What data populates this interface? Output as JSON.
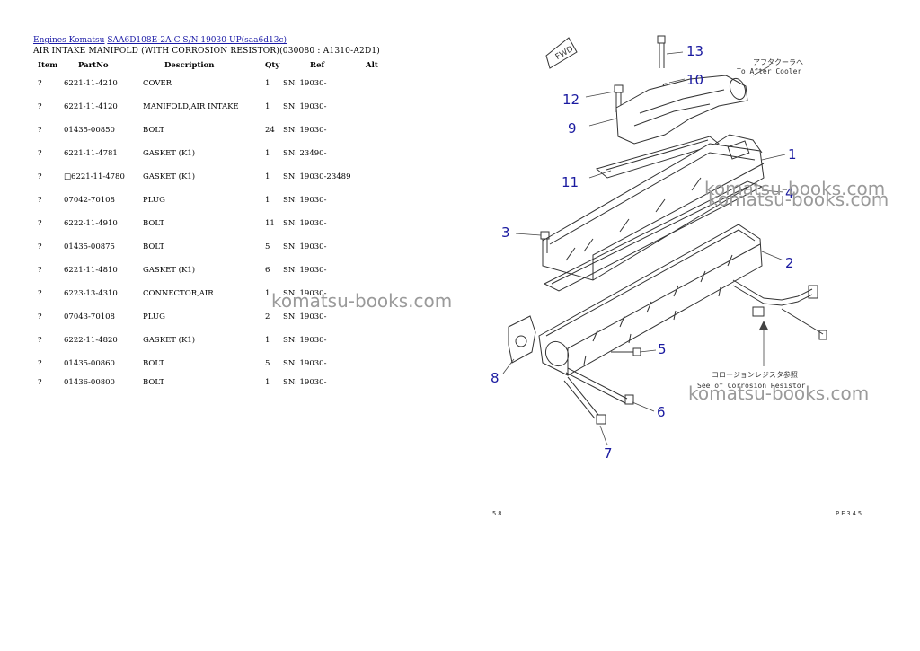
{
  "breadcrumb": {
    "link1": "Engines Komatsu",
    "link2": "SAA6D108E-2A-C S/N 19030-UP(saa6d13c)"
  },
  "subtitle": "AIR INTAKE MANIFOLD (WITH CORROSION RESISTOR)(030080 : A1310-A2D1)",
  "table": {
    "headers": [
      "Item",
      "PartNo",
      "Description",
      "Qty",
      "Ref",
      "Alt"
    ],
    "rows": [
      [
        "?",
        "6221-11-4210",
        "COVER",
        "1",
        "SN: 19030-",
        ""
      ],
      [
        "?",
        "6221-11-4120",
        "MANIFOLD,AIR INTAKE",
        "1",
        "SN: 19030-",
        ""
      ],
      [
        "?",
        "01435-00850",
        "BOLT",
        "24",
        "SN: 19030-",
        ""
      ],
      [
        "?",
        "6221-11-4781",
        "GASKET (K1)",
        "1",
        "SN: 23490-",
        ""
      ],
      [
        "?",
        "□6221-11-4780",
        "GASKET (K1)",
        "1",
        "SN: 19030-23489",
        ""
      ],
      [
        "?",
        "07042-70108",
        "PLUG",
        "1",
        "SN: 19030-",
        ""
      ],
      [
        "?",
        "6222-11-4910",
        "BOLT",
        "11",
        "SN: 19030-",
        ""
      ],
      [
        "?",
        "01435-00875",
        "BOLT",
        "5",
        "SN: 19030-",
        ""
      ],
      [
        "?",
        "6221-11-4810",
        "GASKET (K1)",
        "6",
        "SN: 19030-",
        ""
      ],
      [
        "?",
        "6223-13-4310",
        "CONNECTOR,AIR",
        "1",
        "SN: 19030-",
        ""
      ],
      [
        "?",
        "07043-70108",
        "PLUG",
        "2",
        "SN: 19030-",
        ""
      ],
      [
        "?",
        "6222-11-4820",
        "GASKET (K1)",
        "1",
        "SN: 19030-",
        ""
      ],
      [
        "?",
        "01435-00860",
        "BOLT",
        "5",
        "SN: 19030-",
        ""
      ],
      [
        "?",
        "01436-00800",
        "BOLT",
        "1",
        "SN: 19030-",
        ""
      ]
    ]
  },
  "diagram": {
    "callouts": [
      "1",
      "2",
      "3",
      "4",
      "5",
      "6",
      "7",
      "8",
      "9",
      "10",
      "11",
      "12",
      "13"
    ],
    "fwd_label": "FWD",
    "note_top_jp": "アフタクーラへ",
    "note_top_en": "To After Cooler",
    "note_bottom_jp": "コロージョンレジスタ参照",
    "note_bottom_en": "See of Corrosion Resistor",
    "page_left": "58",
    "page_right": "PE345",
    "callout_color": "#1a1aa0"
  },
  "watermark": "komatsu-books.com"
}
